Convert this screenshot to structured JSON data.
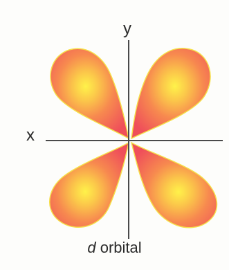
{
  "diagram": {
    "axis_y_label": "y",
    "axis_x_label": "x",
    "caption_italic": "d",
    "caption_rest": " orbital",
    "colors": {
      "lobe_outer": "#ef4f5a",
      "lobe_mid": "#f78a4a",
      "lobe_core": "#fff04a",
      "axis": "#4a4a4a",
      "edge_glow": "#f7e64a"
    },
    "lobes": [
      "upper-left",
      "upper-right",
      "lower-left",
      "lower-right"
    ]
  }
}
